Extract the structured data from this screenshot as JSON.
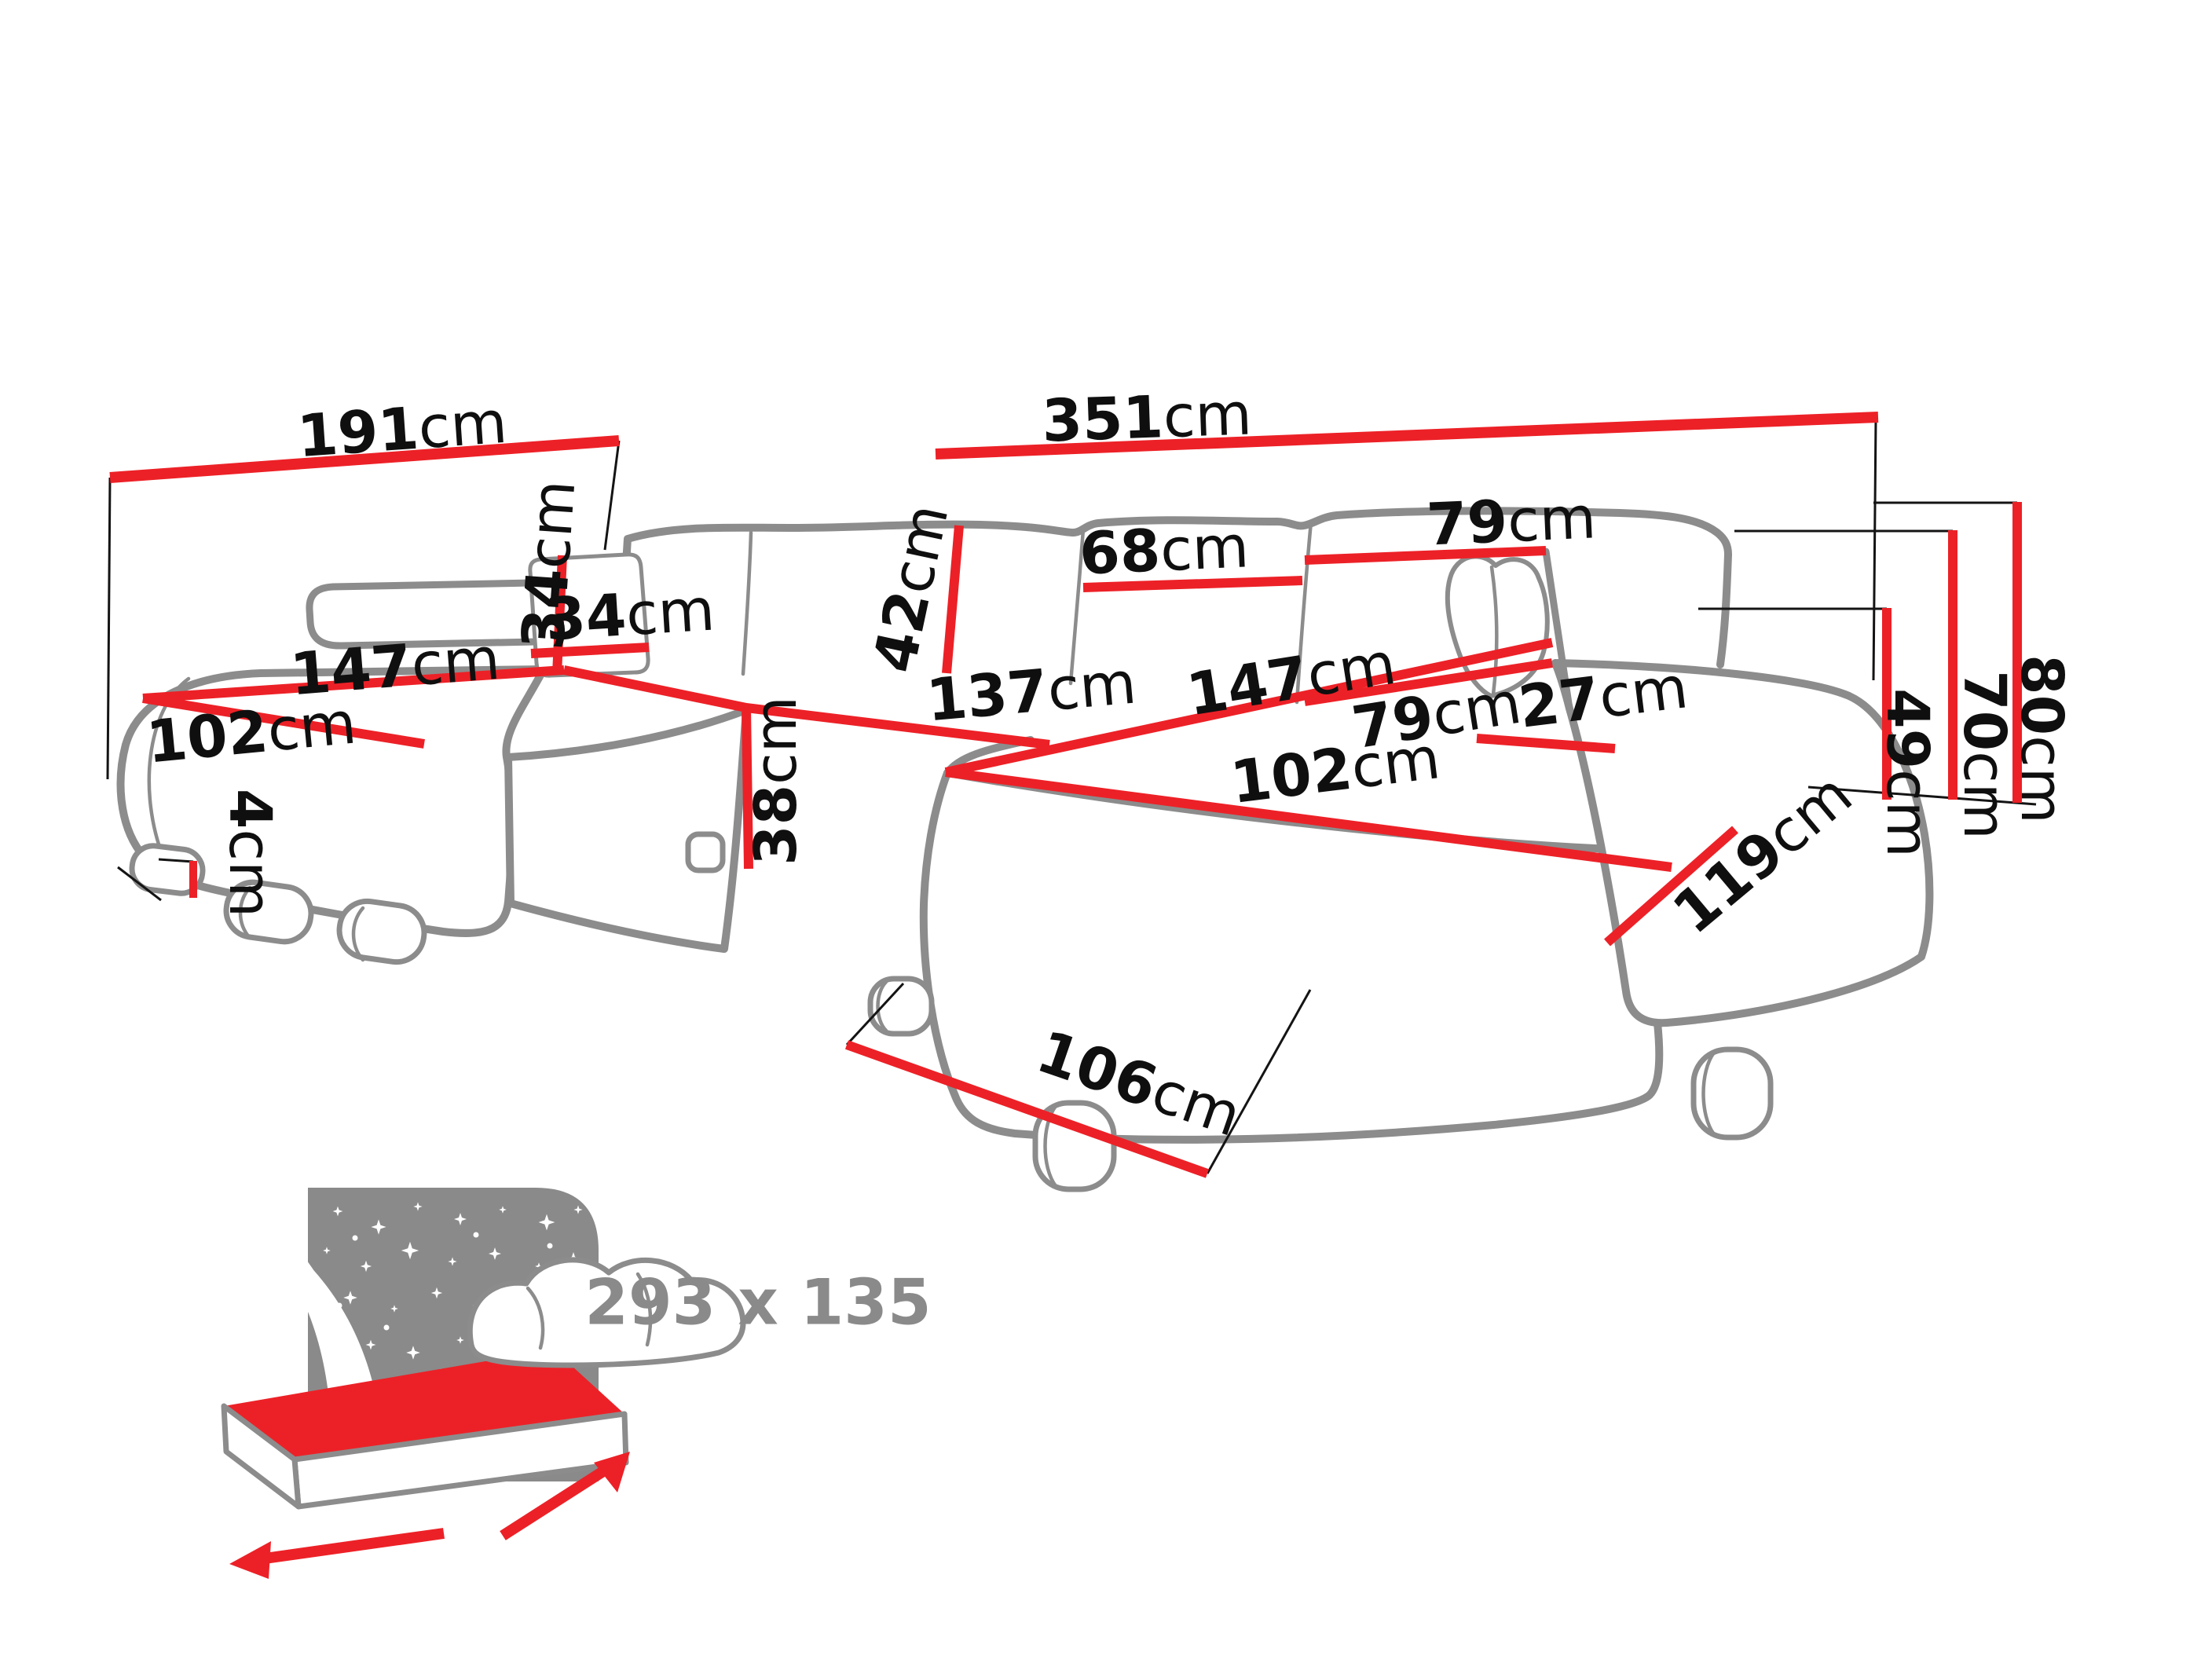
{
  "diagram": {
    "description": "U-shaped corner sofa dimension diagram",
    "unit": "cm",
    "measurements": [
      {
        "id": "left-section-width",
        "value": "191",
        "unit": "cm"
      },
      {
        "id": "total-back-width",
        "value": "351",
        "unit": "cm"
      },
      {
        "id": "right-backrest-width",
        "value": "79",
        "unit": "cm"
      },
      {
        "id": "middle-backrest-width",
        "value": "68",
        "unit": "cm"
      },
      {
        "id": "backrest-cushion-height",
        "value": "42",
        "unit": "cm"
      },
      {
        "id": "pillow-height",
        "value": "34",
        "unit": "cm"
      },
      {
        "id": "pillow-width",
        "value": "34",
        "unit": "cm"
      },
      {
        "id": "left-chaise-length",
        "value": "147",
        "unit": "cm"
      },
      {
        "id": "left-chaise-width",
        "value": "102",
        "unit": "cm"
      },
      {
        "id": "middle-seat-width",
        "value": "137",
        "unit": "cm"
      },
      {
        "id": "right-chaise-length",
        "value": "147",
        "unit": "cm"
      },
      {
        "id": "right-seat-depth",
        "value": "79",
        "unit": "cm"
      },
      {
        "id": "armrest-width",
        "value": "27",
        "unit": "cm"
      },
      {
        "id": "right-chaise-width",
        "value": "102",
        "unit": "cm"
      },
      {
        "id": "seat-height",
        "value": "38",
        "unit": "cm"
      },
      {
        "id": "leg-height",
        "value": "4",
        "unit": "cm"
      },
      {
        "id": "armrest-length",
        "value": "119",
        "unit": "cm"
      },
      {
        "id": "seat-height-from-floor",
        "value": "49",
        "unit": "cm"
      },
      {
        "id": "armrest-height",
        "value": "70",
        "unit": "cm"
      },
      {
        "id": "backrest-height",
        "value": "80",
        "unit": "cm"
      },
      {
        "id": "front-edge-length",
        "value": "106",
        "unit": "cm"
      }
    ],
    "colors": {
      "dimension_red": "#ec2127",
      "outline_gray": "#8c8c8c",
      "label_black": "#0f0f0f",
      "icon_gray": "#8a8a8a"
    }
  },
  "sleeping_function": {
    "dimensions": "293 x 135",
    "icon": "sleeping-function-bed-icon"
  }
}
